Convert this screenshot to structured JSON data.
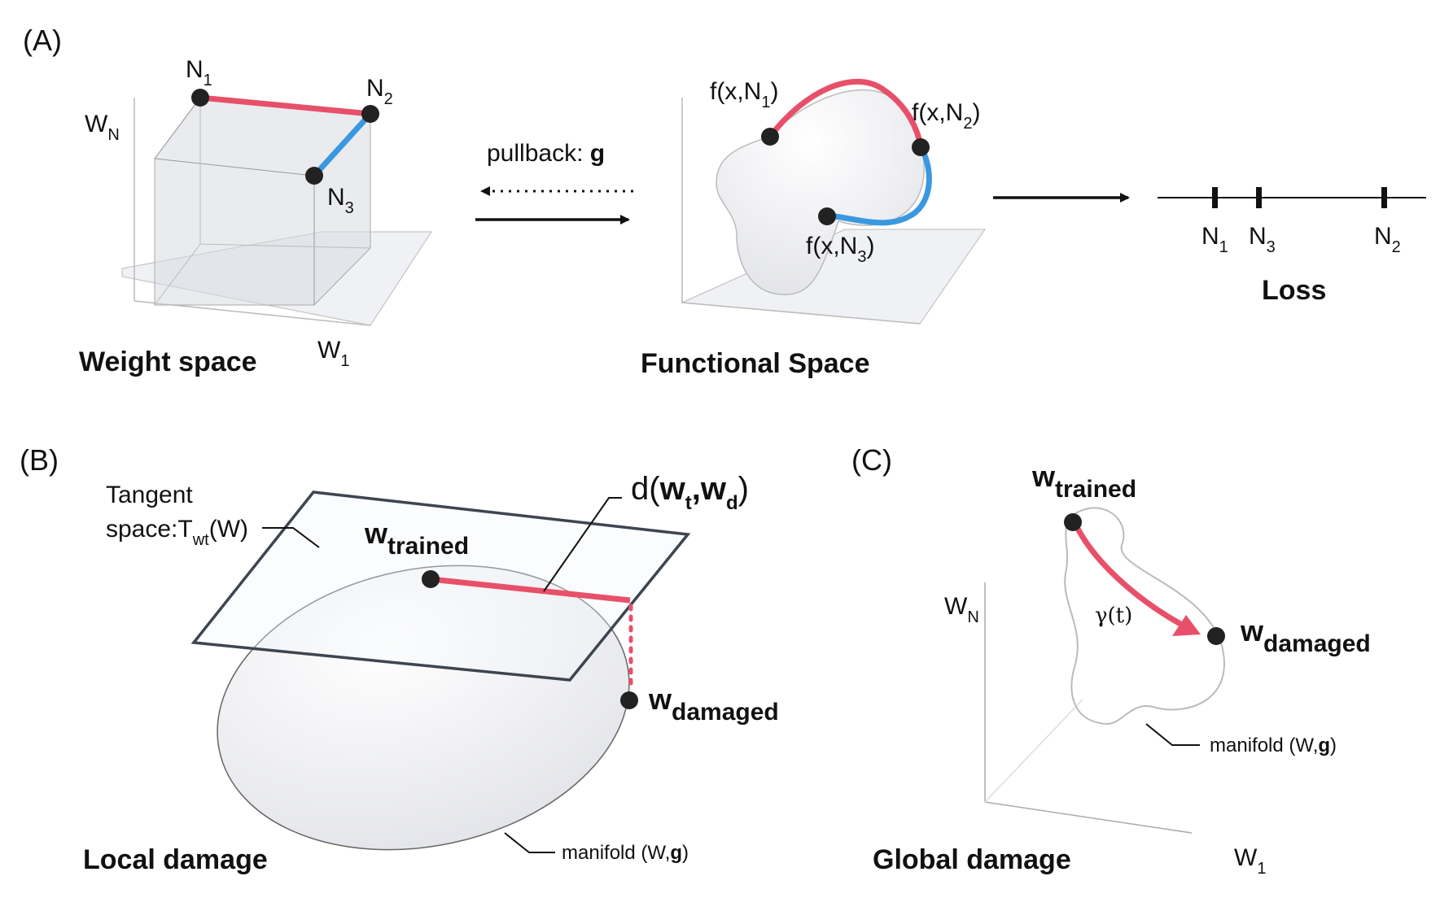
{
  "panels": {
    "a": "(A)",
    "b": "(B)",
    "c": "(C)"
  },
  "panel_a": {
    "weight_space": {
      "caption": "Weight space",
      "axis_wn": "W",
      "axis_wn_sub": "N",
      "axis_w1": "W",
      "axis_w1_sub": "1",
      "nodes": [
        {
          "label": "N",
          "sub": "1"
        },
        {
          "label": "N",
          "sub": "2"
        },
        {
          "label": "N",
          "sub": "3"
        }
      ]
    },
    "arrows": {
      "pullback_text": "pullback: ",
      "pullback_bold": "g"
    },
    "functional_space": {
      "caption": "Functional Space",
      "points": [
        {
          "pre": "f(x,N",
          "sub": "1",
          "post": ")"
        },
        {
          "pre": "f(x,N",
          "sub": "2",
          "post": ")"
        },
        {
          "pre": "f(x,N",
          "sub": "3",
          "post": ")"
        }
      ]
    },
    "loss": {
      "caption": "Loss",
      "ticks": [
        {
          "label": "N",
          "sub": "1"
        },
        {
          "label": "N",
          "sub": "3"
        },
        {
          "label": "N",
          "sub": "2"
        }
      ]
    }
  },
  "panel_b": {
    "caption": "Local damage",
    "tangent_line1": "Tangent",
    "tangent_line2": "space:T",
    "tangent_sub": "wt",
    "tangent_after": "(W)",
    "distance": {
      "pre": "d(",
      "a": "w",
      "a_sub": "t",
      "comma": ",",
      "b": "w",
      "b_sub": "d",
      "post": ")"
    },
    "w_trained": {
      "main": "w",
      "sub": "trained"
    },
    "w_damaged": {
      "main": "w",
      "sub": "damaged"
    },
    "manifold": {
      "pre": "manifold (W,",
      "bold": "g",
      "post": ")"
    }
  },
  "panel_c": {
    "caption": "Global damage",
    "axis_wn": "W",
    "axis_wn_sub": "N",
    "axis_w1": "W",
    "axis_w1_sub": "1",
    "gamma": "γ(t)",
    "w_trained": {
      "main": "w",
      "sub": "trained"
    },
    "w_damaged": {
      "main": "w",
      "sub": "damaged"
    },
    "manifold": {
      "pre": "manifold (W,",
      "bold": "g",
      "post": ")"
    }
  },
  "colors": {
    "red": "#e8506a",
    "blue": "#3a98e0",
    "node": "#222222",
    "surface": "#e9eaef",
    "line": "#555555"
  }
}
